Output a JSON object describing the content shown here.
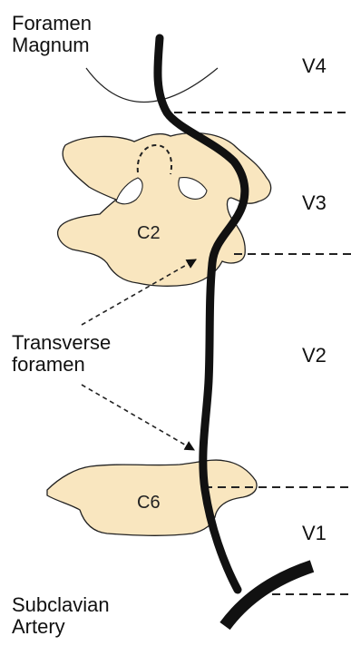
{
  "labels": {
    "foramen_magnum": [
      "Foramen",
      "Magnum"
    ],
    "transverse_foramen": [
      "Transverse",
      "foramen"
    ],
    "subclavian_artery": [
      "Subclavian",
      "Artery"
    ]
  },
  "segments": {
    "v4": "V4",
    "v3": "V3",
    "v2": "V2",
    "v1": "V1"
  },
  "vertebrae": {
    "upper": "C2",
    "lower": "C6"
  },
  "colors": {
    "bone_fill": "#f9e6bf",
    "bone_stroke": "#222222",
    "artery": "#111111",
    "text": "#111111"
  }
}
